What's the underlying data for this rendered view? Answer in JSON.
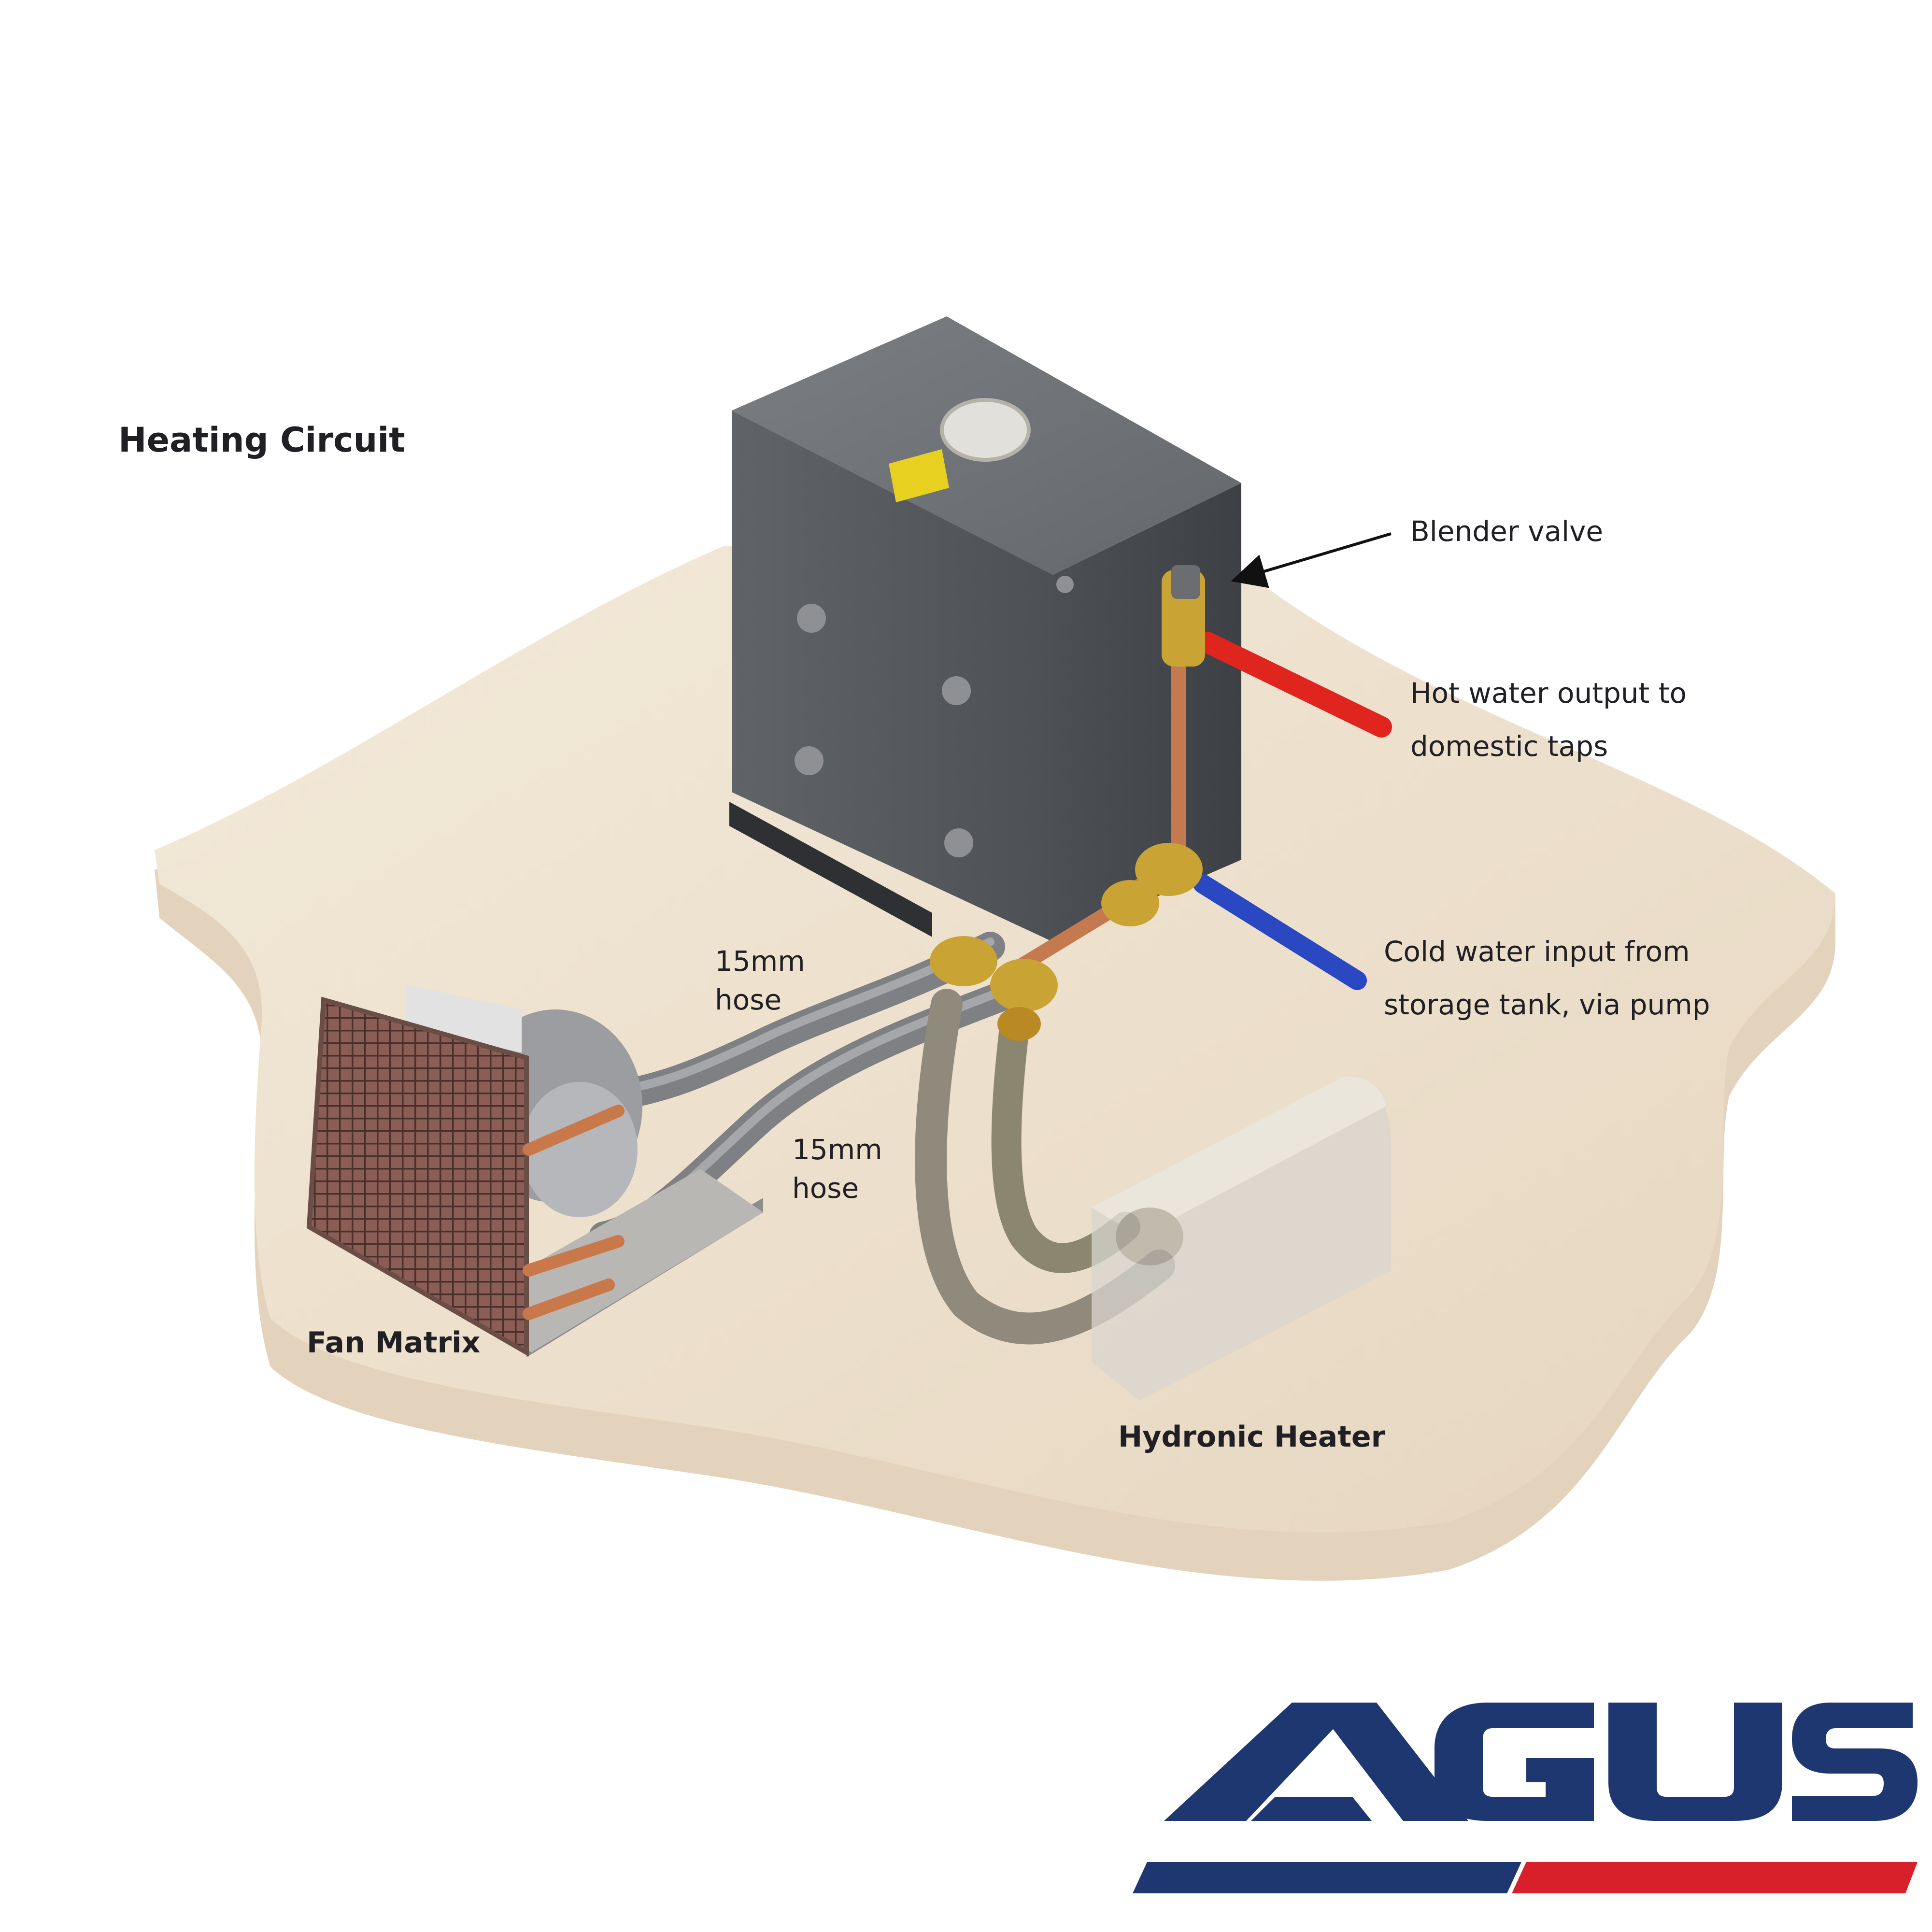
{
  "title": "Heating Circuit",
  "labels": {
    "blender_valve": "Blender valve",
    "hot_water_line1": "Hot water output to",
    "hot_water_line2": "domestic taps",
    "cold_water_line1": "Cold water input from",
    "cold_water_line2": "storage tank, via pump",
    "hose_top_line1": "15mm",
    "hose_top_line2": "hose",
    "hose_bottom_line1": "15mm",
    "hose_bottom_line2": "hose",
    "fan_matrix": "Fan Matrix",
    "hydronic_heater": "Hydronic Heater"
  },
  "logo": {
    "text": "AGUS",
    "primary_color": "#1e3770",
    "accent_color": "#d8202a"
  },
  "colors": {
    "board": "#efe3d2",
    "board_edge": "#e3d3bd",
    "tank": "#5d6065",
    "hot_pipe": "#e0241e",
    "cold_pipe": "#2a48c2",
    "copper_pipe": "#c47a4e",
    "brass": "#c9a334",
    "hose": "#8d8e90"
  }
}
